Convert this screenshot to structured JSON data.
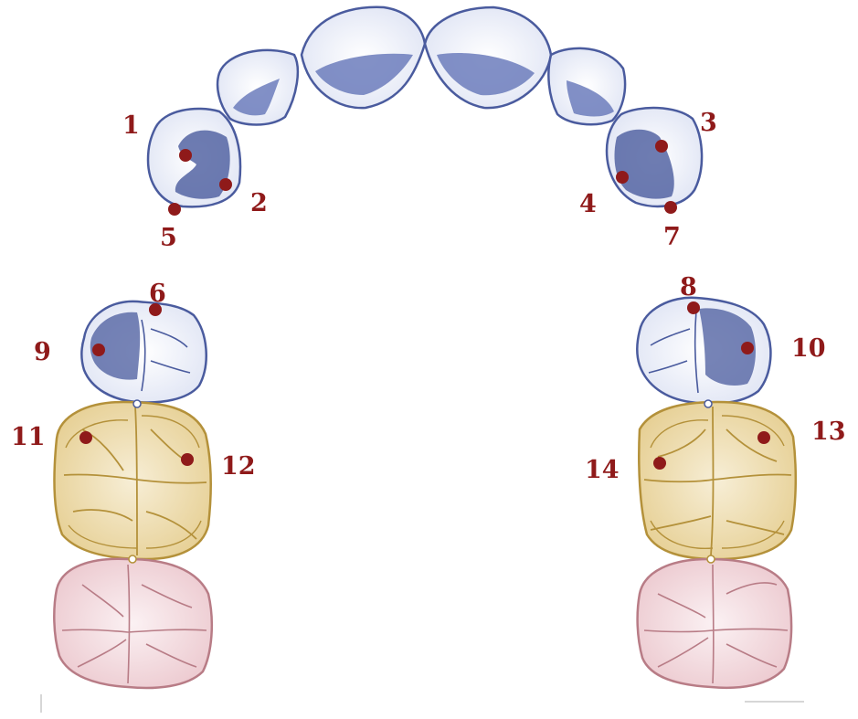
{
  "diagram": {
    "colors": {
      "canine": "#4a5b9e",
      "canine_fill": "#e9ecf7",
      "first_molar": "#b4913a",
      "first_molar_fill": "#f1e6c6",
      "second_molar": "#b87c86",
      "second_molar_fill": "#f4e3e6",
      "incisor": "#4a5b9e",
      "incisor_fill": "#e9ecf7",
      "marker": "#8f1a1a"
    },
    "labels": [
      "1",
      "2",
      "3",
      "4",
      "5",
      "6",
      "7",
      "8",
      "9",
      "10",
      "11",
      "12",
      "13",
      "14"
    ]
  }
}
